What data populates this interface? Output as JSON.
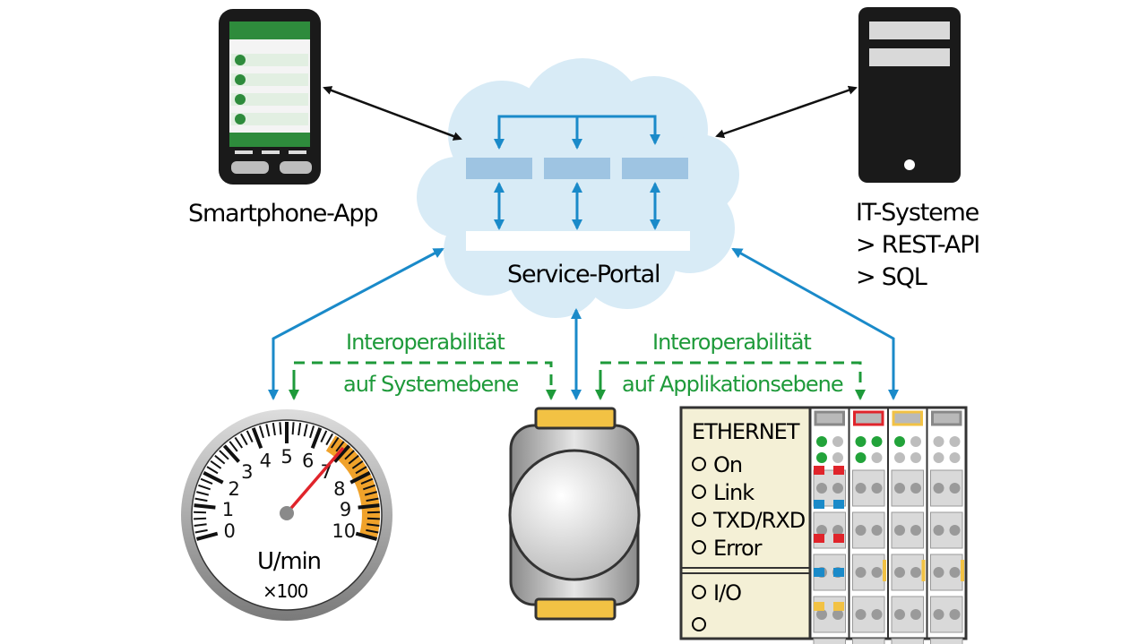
{
  "nodes": {
    "smartphone_label": "Smartphone-App",
    "it_systems": {
      "title": "IT-Systeme",
      "items": [
        "> REST-API",
        "> SQL"
      ]
    },
    "service_portal_label": "Service-Portal"
  },
  "interop": {
    "system_line1": "Interoperabilität",
    "system_line2": "auf Systemebene",
    "application_line1": "Interoperabilität",
    "application_line2": "auf Applikationsebene"
  },
  "gauge": {
    "ticks": [
      "0",
      "1",
      "2",
      "3",
      "4",
      "5",
      "6",
      "7",
      "8",
      "9",
      "10"
    ],
    "unit": "U/min",
    "multiplier": "×100"
  },
  "io_module": {
    "title": "ETHERNET",
    "indicators": [
      "On",
      "Link",
      "TXD/RXD",
      "Error"
    ],
    "io_label": "I/O",
    "io_empty": ""
  },
  "colors": {
    "cloud": "#d8ebf6",
    "blue_arrow": "#1a8ac9",
    "green_dashed": "#1e9a3a",
    "portal_block": "#9ec4e2",
    "gauge_orange": "#f0a22a",
    "needle": "#e0242b",
    "bus_yellow": "#f2c244"
  }
}
